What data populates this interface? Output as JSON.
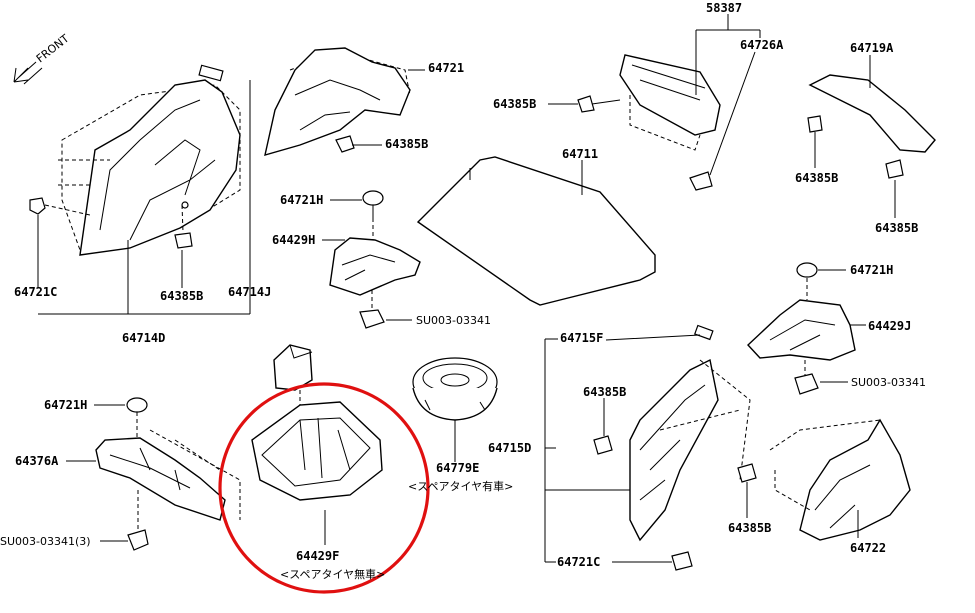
{
  "direction": "FRONT",
  "highlight_color": "#e01010",
  "labels": {
    "p58387": "58387",
    "p64726A": "64726A",
    "p64719A": "64719A",
    "p64721_top": "64721",
    "p64385B_top_left": "64385B",
    "p64385B_mid": "64385B",
    "p64711": "64711",
    "p64385B_right_upper": "64385B",
    "p64385B_right_lower": "64385B",
    "p64721H_center": "64721H",
    "p64429H": "64429H",
    "p64721C_left": "64721C",
    "p64385B_left": "64385B",
    "p64714J": "64714J",
    "p64714D": "64714D",
    "p64721H_right": "64721H",
    "p64429J": "64429J",
    "pSU003_center": "SU003-03341",
    "pSU003_right": "SU003-03341",
    "p64715F": "64715F",
    "p64385B_lower_center": "64385B",
    "p64721H_left": "64721H",
    "p64376A": "64376A",
    "pSU003_left": "SU003-03341(3)",
    "p64779E": "64779E",
    "p64715D": "64715D",
    "p64429F": "64429F",
    "p64385B_bottom_right": "64385B",
    "p64722": "64722",
    "p64721C_bottom": "64721C"
  },
  "notes": {
    "with_spare": "<スペアタイヤ有車>",
    "without_spare": "<スペアタイヤ無車>"
  }
}
